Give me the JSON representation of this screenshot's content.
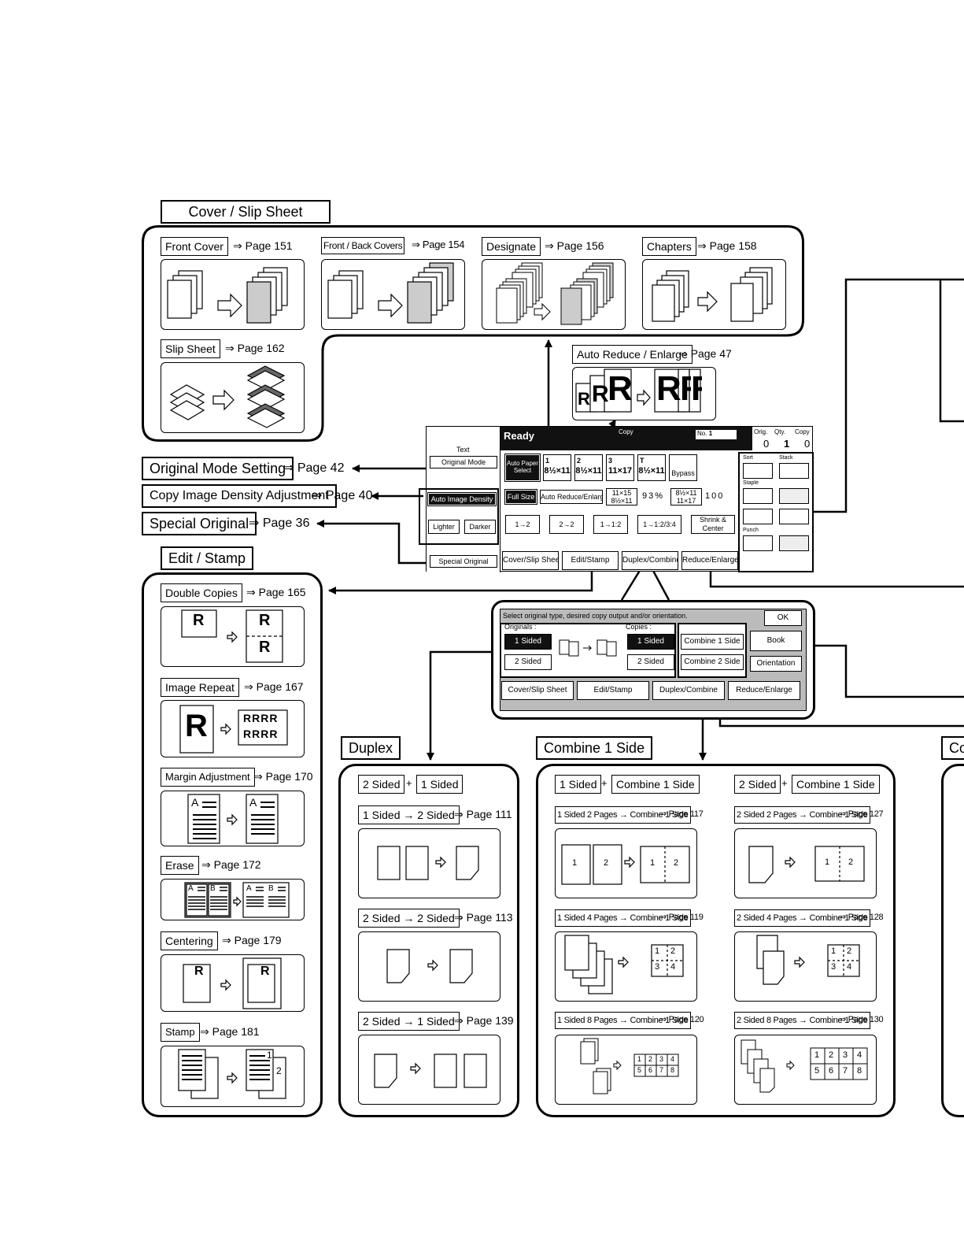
{
  "cover_slip": {
    "title": "Cover / Slip Sheet",
    "items": [
      {
        "label": "Front Cover",
        "ref": "⇒ Page 151"
      },
      {
        "label": "Front / Back Covers",
        "ref": "⇒ Page 154"
      },
      {
        "label": "Designate",
        "ref": "⇒ Page 156"
      },
      {
        "label": "Chapters",
        "ref": "⇒ Page 158"
      },
      {
        "label": "Slip Sheet",
        "ref": "⇒ Page 162"
      }
    ]
  },
  "auto_reduce": {
    "label": "Auto Reduce / Enlarge",
    "ref": "⇒ Page 47",
    "letters": [
      "R",
      "R",
      "R",
      "R",
      "R",
      "R"
    ]
  },
  "left_settings": [
    {
      "label": "Original Mode Setting",
      "ref": "⇒ Page 42"
    },
    {
      "label": "Copy Image Density Adjustment",
      "ref": "⇒ Page 40"
    },
    {
      "label": "Special Original",
      "ref": "⇒ Page 36"
    }
  ],
  "edit_stamp": {
    "title": "Edit / Stamp",
    "items": [
      {
        "label": "Double Copies",
        "ref": "⇒ Page 165"
      },
      {
        "label": "Image Repeat",
        "ref": "⇒ Page 167"
      },
      {
        "label": "Margin Adjustment",
        "ref": "⇒ Page 170"
      },
      {
        "label": "Erase",
        "ref": "⇒ Page 172"
      },
      {
        "label": "Centering",
        "ref": "⇒ Page 179"
      },
      {
        "label": "Stamp",
        "ref": "⇒ Page 181"
      }
    ],
    "glyphs": {
      "r": "R",
      "a": "A",
      "b": "B",
      "repeat_row": "RRRR",
      "one": "1",
      "two": "2"
    }
  },
  "panel": {
    "ready": "Ready",
    "copy_label": "Copy",
    "no_label": "No.",
    "no_value": "1",
    "counters": [
      {
        "label": "Orig.",
        "value": "0"
      },
      {
        "label": "Qty.",
        "value": "1"
      },
      {
        "label": "Copy",
        "value": "0"
      }
    ],
    "text_label": "Text",
    "original_mode": "Original Mode",
    "auto_density": "Auto Image Density",
    "lighter": "Lighter",
    "darker": "Darker",
    "special_original": "Special Original",
    "auto_paper": "Auto Paper Select",
    "paper_sizes": [
      "8½×11",
      "8½×11",
      "11×17",
      "8½×11"
    ],
    "paper_nums": [
      "1",
      "2",
      "3",
      "T"
    ],
    "bypass": "Bypass",
    "full_size": "Full Size",
    "auto_reduce_btn": "Auto Reduce/Enlarge",
    "ratio1_top": "11×15",
    "ratio1_bottom": "8½×11",
    "percent": "93%",
    "ratio2_top": "8½×11",
    "ratio2_bottom": "11×17",
    "value_100": "100",
    "shrink": "Shrink & Center",
    "duplex_icons": [
      "1→2",
      "2→2",
      "1→1:2",
      "1→1:2/3:4"
    ],
    "tabs": [
      "Cover/Slip Sheet",
      "Edit/Stamp",
      "Duplex/Combine",
      "Reduce/Enlarge"
    ],
    "sort": "Sort",
    "stack": "Stack",
    "staple": "Staple",
    "punch": "Punch"
  },
  "dialog": {
    "prompt": "Select original type, desired copy output and/or orientation.",
    "ok": "OK",
    "originals_label": "Originals :",
    "copies_label": "Copies :",
    "orig_buttons": [
      "1 Sided",
      "2 Sided"
    ],
    "copy_buttons": [
      "1 Sided",
      "2 Sided"
    ],
    "combine_buttons": [
      "Combine 1 Side",
      "Combine 2 Side"
    ],
    "book": "Book",
    "orientation": "Orientation",
    "tabs": [
      "Cover/Slip Sheet",
      "Edit/Stamp",
      "Duplex/Combine",
      "Reduce/Enlarge"
    ]
  },
  "duplex": {
    "title": "Duplex",
    "combo": {
      "a": "2 Sided",
      "plus": "+",
      "b": "1 Sided"
    },
    "items": [
      {
        "label": "1 Sided → 2 Sided",
        "ref": "⇒ Page 111"
      },
      {
        "label": "2 Sided → 2 Sided",
        "ref": "⇒ Page 113"
      },
      {
        "label": "2 Sided → 1 Sided",
        "ref": "⇒ Page 139"
      }
    ]
  },
  "combine": {
    "title": "Combine 1 Side",
    "left_combo": {
      "a": "1 Sided",
      "plus": "+",
      "b": "Combine 1 Side"
    },
    "right_combo": {
      "a": "2 Sided",
      "plus": "+",
      "b": "Combine 1 Side"
    },
    "left_items": [
      {
        "label": "1 Sided 2 Pages → Combine 1 Side",
        "ref": "⇒ Page 117"
      },
      {
        "label": "1 Sided 4 Pages → Combine 1 Side",
        "ref": "⇒ Page 119"
      },
      {
        "label": "1 Sided 8 Pages → Combine 1 Side",
        "ref": "⇒ Page 120"
      }
    ],
    "right_items": [
      {
        "label": "2 Sided 2 Pages → Combine 1 Side",
        "ref": "⇒ Page 127"
      },
      {
        "label": "2 Sided 4 Pages → Combine 1 Side",
        "ref": "⇒ Page 128"
      },
      {
        "label": "2 Sided 8 Pages → Combine 1 Side",
        "ref": "⇒ Page 130"
      }
    ],
    "grid_numbers": [
      "1",
      "2",
      "3",
      "4",
      "5",
      "6",
      "7",
      "8"
    ]
  },
  "cut_off": {
    "title": "Co"
  }
}
